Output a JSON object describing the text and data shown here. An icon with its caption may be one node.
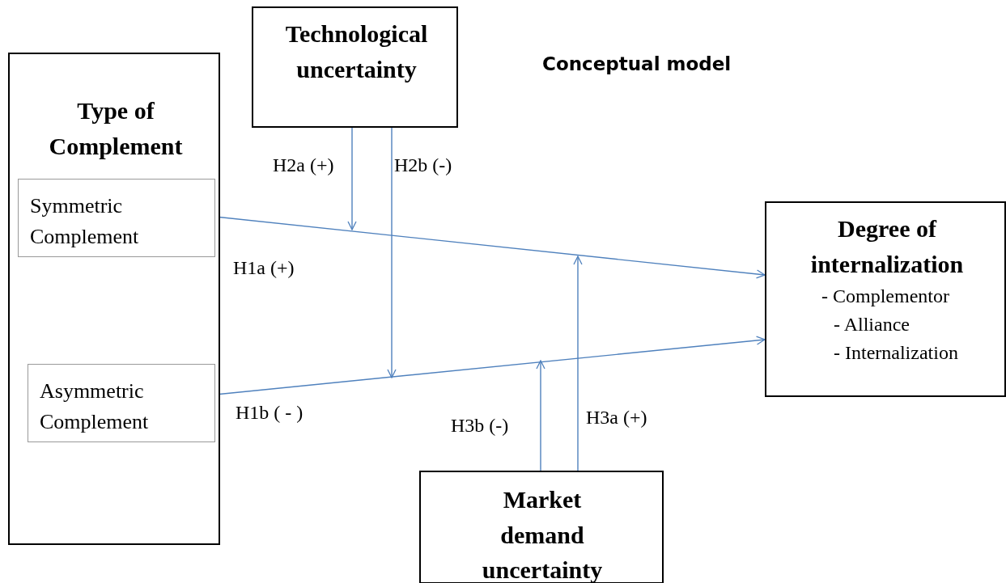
{
  "diagram": {
    "title": "Conceptual model",
    "nodes": [
      {
        "text": [
          "Type of Complement"
        ]
      },
      {
        "text": [
          "Symmetric Complement"
        ],
        "in": 0
      },
      {
        "text": [
          "Asymmetric Complement"
        ],
        "in": 0
      },
      {
        "text": [
          "Technological uncertainty"
        ]
      },
      {
        "text": [
          "Degree of internalization",
          "- Complementor",
          "- Alliance",
          "- Internalization"
        ]
      },
      {
        "text": [
          "Market demand uncertainty"
        ]
      }
    ],
    "edges": [
      {
        "from": 1,
        "to": 4,
        "arrow": "to",
        "label": "H1a (+)"
      },
      {
        "from": 2,
        "to": 4,
        "arrow": "to",
        "label": "H1b ( - )"
      },
      {
        "from": 3,
        "to": null,
        "arrow": "to",
        "label": "H2a (+)"
      },
      {
        "from": 3,
        "to": null,
        "arrow": "to",
        "label": "H2b (-)"
      },
      {
        "from": 5,
        "to": null,
        "arrow": "to",
        "label": "H3a (+)"
      },
      {
        "from": 5,
        "to": null,
        "arrow": "to",
        "label": "H3b (-)"
      }
    ]
  }
}
